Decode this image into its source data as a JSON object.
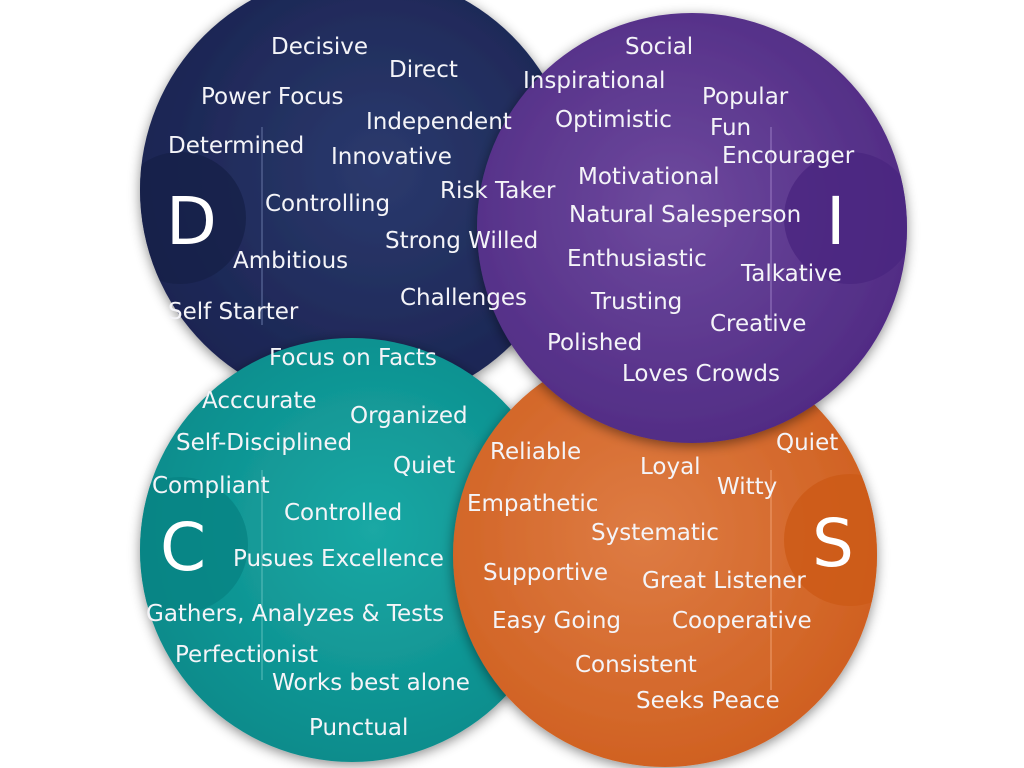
{
  "quadrants": {
    "d": {
      "letter": "D",
      "color": "#1f2a57",
      "traits": [
        "Decisive",
        "Direct",
        "Power Focus",
        "Independent",
        "Determined",
        "Innovative",
        "Risk Taker",
        "Controlling",
        "Strong Willed",
        "Ambitious",
        "Challenges",
        "Self Starter"
      ]
    },
    "i": {
      "letter": "I",
      "color": "#5b3590",
      "traits": [
        "Social",
        "Inspirational",
        "Popular",
        "Optimistic",
        "Fun",
        "Encourager",
        "Motivational",
        "Natural Salesperson",
        "Enthusiastic",
        "Talkative",
        "Trusting",
        "Creative",
        "Polished",
        "Loves Crowds"
      ]
    },
    "c": {
      "letter": "C",
      "color": "#0f9a98",
      "traits": [
        "Focus on Facts",
        "Acccurate",
        "Organized",
        "Self-Disciplined",
        "Quiet",
        "Compliant",
        "Controlled",
        "Pusues Excellence",
        "Gathers, Analyzes & Tests",
        "Perfectionist",
        "Works best alone",
        "Punctual"
      ]
    },
    "s": {
      "letter": "S",
      "color": "#dc6b2b",
      "traits": [
        "Quiet",
        "Reliable",
        "Loyal",
        "Witty",
        "Empathetic",
        "Systematic",
        "Supportive",
        "Great Listener",
        "Easy Going",
        "Cooperative",
        "Consistent",
        "Seeks Peace"
      ]
    }
  }
}
